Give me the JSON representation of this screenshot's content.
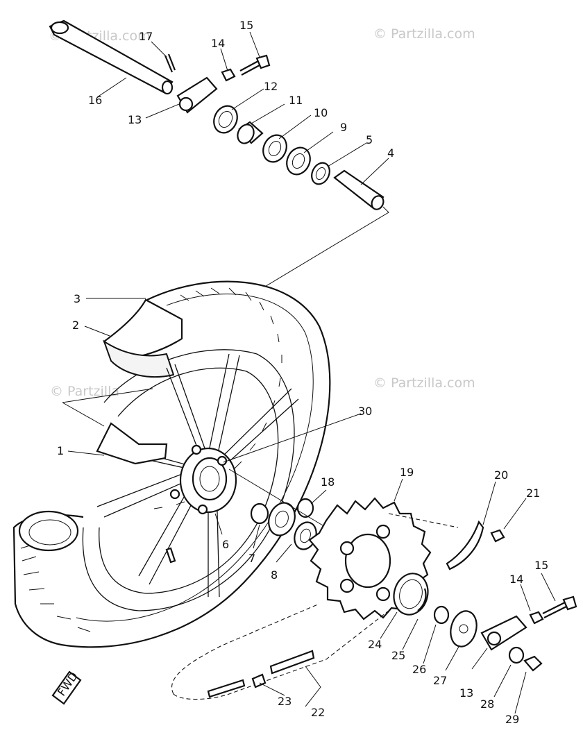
{
  "watermarks": [
    "© Partzilla.com",
    "© Partzilla.com",
    "© Partzilla.com",
    "© Partzilla.com"
  ],
  "callouts": [
    "1",
    "2",
    "3",
    "4",
    "5",
    "6",
    "7",
    "8",
    "9",
    "10",
    "11",
    "12",
    "13",
    "14",
    "15",
    "16",
    "17",
    "18",
    "19",
    "20",
    "21",
    "22",
    "23",
    "24",
    "25",
    "26",
    "27",
    "13",
    "14",
    "15",
    "28",
    "29",
    "30"
  ],
  "fwd_label": "FWD"
}
